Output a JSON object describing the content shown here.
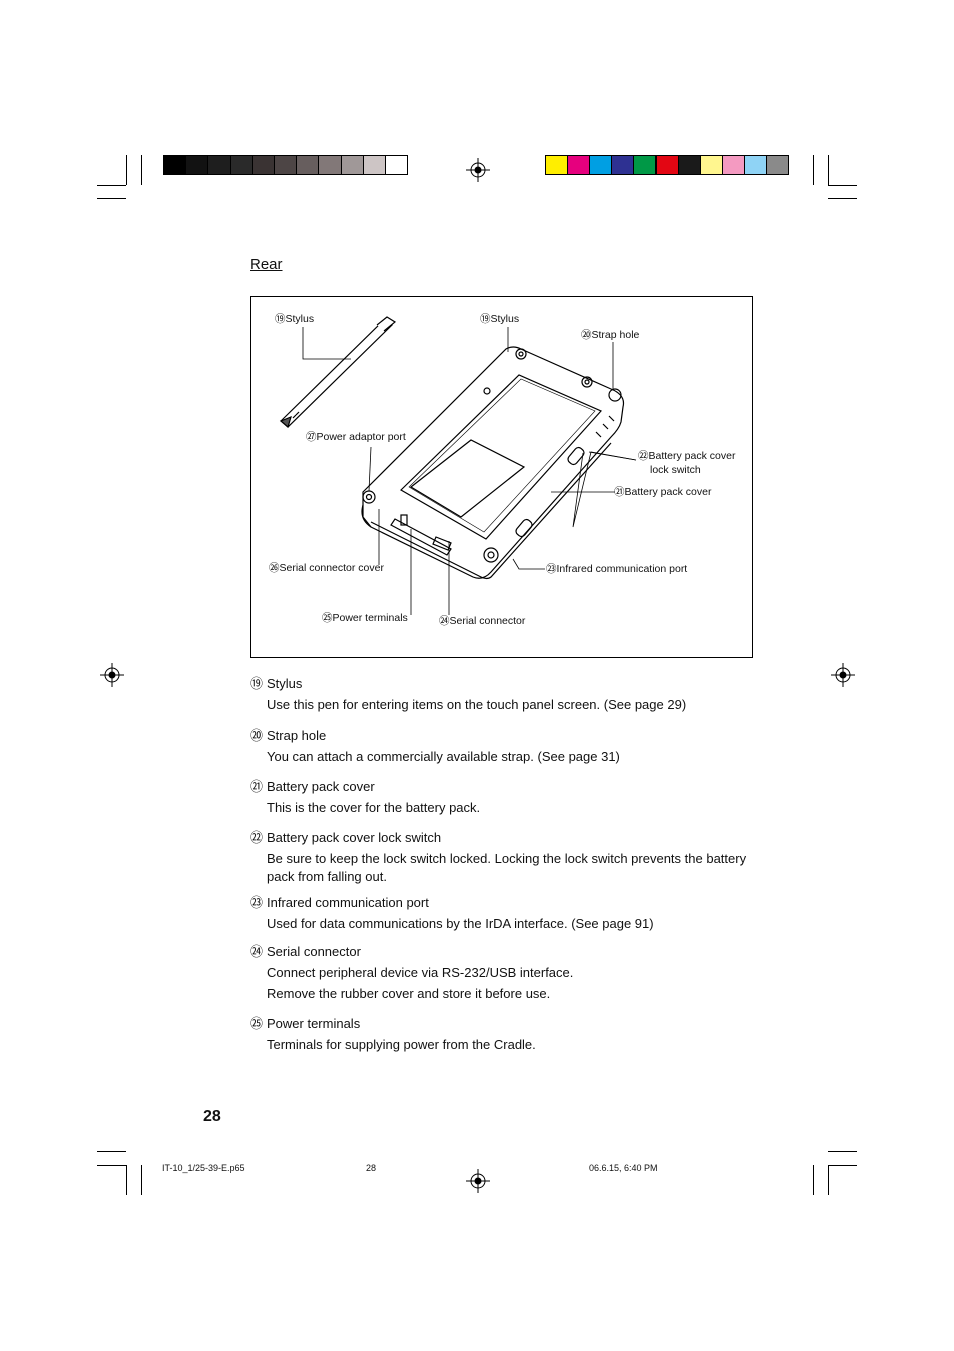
{
  "section_title": "Rear",
  "figure": {
    "labels": {
      "stylus_left": "⑲Stylus",
      "stylus_right": "⑲Stylus",
      "strap_hole": "⑳Strap hole",
      "power_adaptor_port": "㉗Power adaptor port",
      "battery_lock_1": "㉒Battery pack cover",
      "battery_lock_2": "lock switch",
      "battery_cover": "㉑Battery pack cover",
      "serial_cover": "㉖Serial connector cover",
      "infrared_port": "㉓Infrared communication port",
      "power_terminals": "㉕Power terminals",
      "serial_connector": "㉔Serial connector"
    }
  },
  "items": [
    {
      "num": "⑲",
      "title": "Stylus",
      "lines": [
        "Use this pen for entering items on the touch panel screen. (See page 29)"
      ]
    },
    {
      "num": "⑳",
      "title": "Strap hole",
      "lines": [
        "You can attach a commercially available strap. (See page 31)"
      ]
    },
    {
      "num": "㉑",
      "title": "Battery pack cover",
      "lines": [
        "This is the cover for the battery pack."
      ]
    },
    {
      "num": "㉒",
      "title": "Battery pack cover lock switch",
      "lines": [
        "Be sure to keep the lock switch locked. Locking the lock switch prevents the battery pack from falling out."
      ]
    },
    {
      "num": "㉓",
      "title": "Infrared communication port",
      "lines": [
        "Used for data communications by the IrDA interface. (See page 91)"
      ]
    },
    {
      "num": "㉔",
      "title": "Serial connector",
      "lines": [
        "Connect peripheral device via RS-232/USB interface.",
        "Remove the rubber cover and store it before use."
      ]
    },
    {
      "num": "㉕",
      "title": "Power terminals",
      "lines": [
        "Terminals for supplying power from the Cradle."
      ]
    }
  ],
  "page_number": "28",
  "footer": {
    "file": "IT-10_1/25-39-E.p65",
    "page": "28",
    "date": "06.6.15, 6:40 PM"
  },
  "colors": {
    "gray_bar": [
      "#000000",
      "#121212",
      "#1e1e1e",
      "#2a2a2a",
      "#3a3333",
      "#4d4545",
      "#675e5e",
      "#827878",
      "#a09898",
      "#cdc5c5",
      "#ffffff"
    ],
    "color_bar": [
      "#ffee00",
      "#e6007e",
      "#009fe3",
      "#2e3192",
      "#009846",
      "#e30613",
      "#1a1a1a",
      "#fff68f",
      "#f49ac1",
      "#8fd3f5",
      "#8a8a8a"
    ]
  }
}
